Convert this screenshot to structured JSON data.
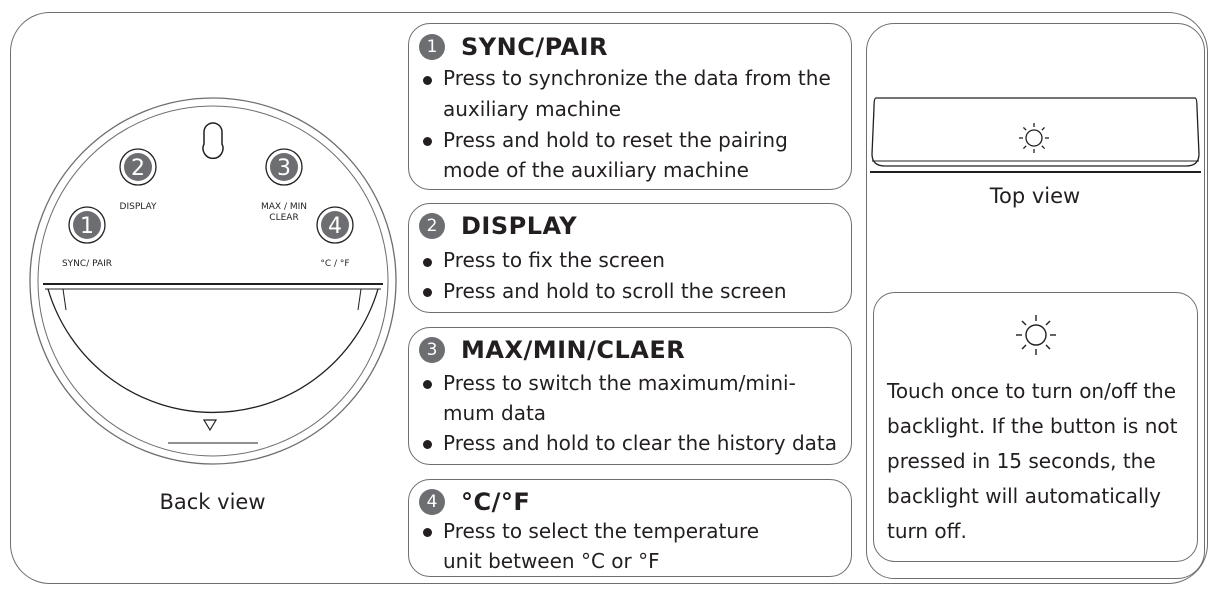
{
  "back_view": {
    "caption": "Back view",
    "buttons": [
      {
        "number": "1",
        "label": "SYNC/ PAIR"
      },
      {
        "number": "2",
        "label": "DISPLAY"
      },
      {
        "number": "3",
        "label_line1": "MAX / MIN",
        "label_line2": "CLEAR"
      },
      {
        "number": "4",
        "label": "°C / °F"
      }
    ]
  },
  "sections": [
    {
      "number": "1",
      "title": "SYNC/PAIR",
      "lines": [
        "Press to synchronize the data from the",
        "auxiliary machine",
        "Press and hold to reset the pairing",
        "mode of the auxiliary machine"
      ]
    },
    {
      "number": "2",
      "title": "DISPLAY",
      "lines": [
        "Press to fix the screen",
        "Press and hold to scroll the screen"
      ]
    },
    {
      "number": "3",
      "title": "MAX/MIN/CLAER",
      "lines": [
        "Press to switch the maximum/mini-",
        "mum data",
        "Press and hold to clear the history data"
      ]
    },
    {
      "number": "4",
      "title": "°C/°F",
      "lines": [
        "Press to select the temperature",
        "unit between °C or °F"
      ]
    }
  ],
  "top_view": {
    "caption": "Top view",
    "icon": "sun-icon"
  },
  "backlight": {
    "icon": "sun-icon",
    "lines": [
      "Touch once to turn on/off the",
      "backlight. If the button is not",
      "pressed in 15 seconds, the",
      "backlight will automatically",
      "turn off."
    ]
  },
  "colors": {
    "outline": "#6d6e71",
    "badge": "#6d6e71",
    "text": "#231f20"
  }
}
